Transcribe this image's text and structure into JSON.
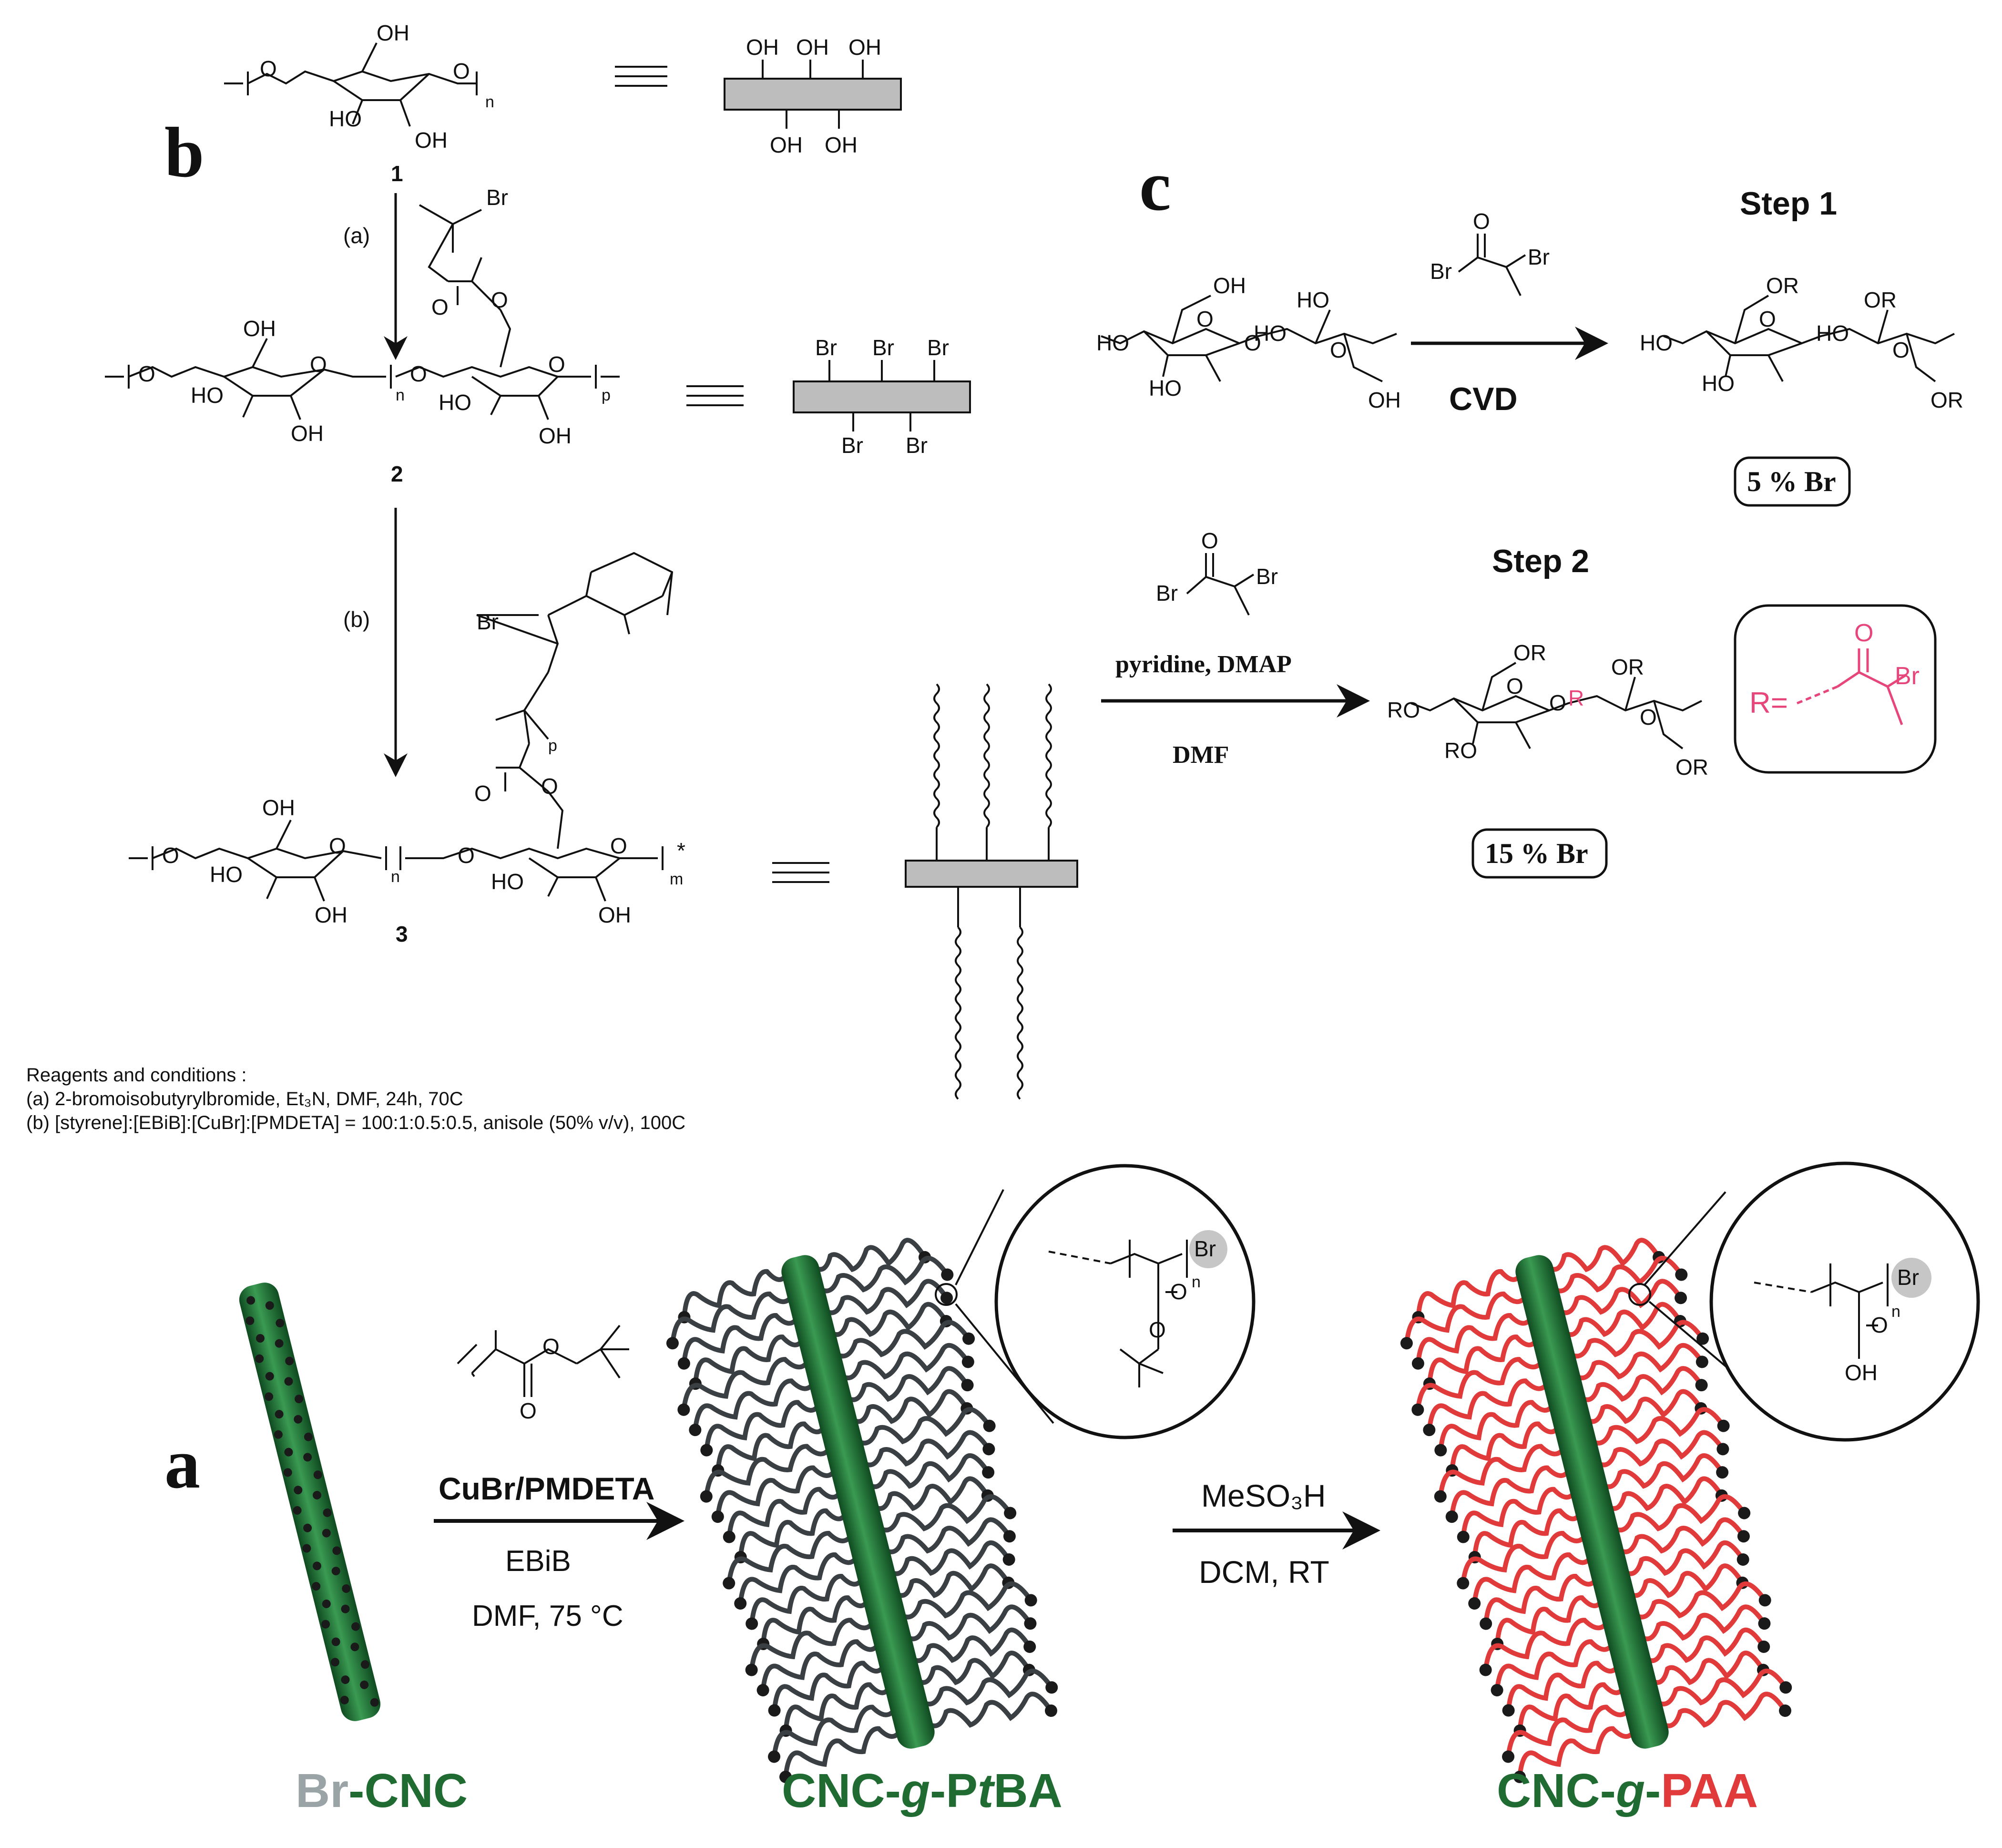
{
  "panels": {
    "a": "a",
    "b": "b",
    "c": "c"
  },
  "panel_b": {
    "compound_1": "1",
    "compound_2": "2",
    "compound_3": "3",
    "arrow_a": "(a)",
    "arrow_b": "(b)",
    "oh": "OH",
    "ho": "HO",
    "br": "Br",
    "o": "O",
    "n": "n",
    "p": "p",
    "m": "m",
    "star": "*",
    "reagents_title": "Reagents and conditions :",
    "reagent_a": "(a) 2-bromoisobutyrylbromide, Et₃N, DMF, 24h, 70C",
    "reagent_b": "(b) [styrene]:[EBiB]:[CuBr]:[PMDETA] = 100:1:0.5:0.5, anisole (50% v/v), 100C"
  },
  "panel_c": {
    "step1": "Step 1",
    "step2": "Step 2",
    "cvd": "CVD",
    "pyridine": "pyridine, DMAP",
    "dmf": "DMF",
    "br5": "5 % Br",
    "br15": "15 % Br",
    "or": "OR",
    "ro": "RO",
    "r": "R",
    "r_eq": "R=",
    "oh": "OH",
    "ho": "HO",
    "br": "Br",
    "o": "O"
  },
  "panel_a": {
    "reagent1": "CuBr/PMDETA",
    "reagent2": "EBiB",
    "reagent3": "DMF, 75 °C",
    "acid1": "MeSO₃H",
    "acid2": "DCM, RT",
    "label1_br": "Br",
    "label1_cnc": "-CNC",
    "label2_a": "CNC-",
    "label2_g": "g",
    "label2_b": "-P",
    "label2_t": "t",
    "label2_c": "BA",
    "label3_a": "CNC-",
    "label3_g": "g",
    "label3_b": "-",
    "label3_c": "PAA",
    "br": "Br",
    "n": "n",
    "o": "O",
    "oh": "OH"
  },
  "colors": {
    "cnc_green": "#1f6b32",
    "chain_dark": "#3a3f44",
    "chain_red": "#e03a3a",
    "pink": "#e7467a",
    "grey": "#9aa3a6",
    "block_grey": "#bdbdbd"
  }
}
